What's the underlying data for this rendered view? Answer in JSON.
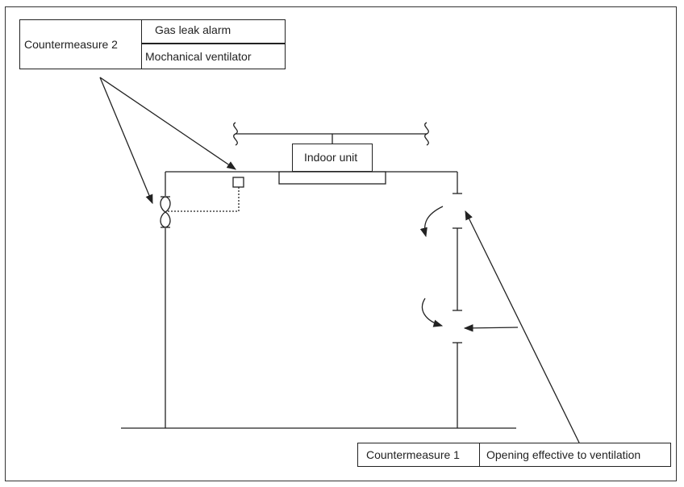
{
  "countermeasure_2": {
    "label": "Countermeasure 2",
    "items": [
      "Gas leak alarm",
      "Mochanical ventilator"
    ]
  },
  "countermeasure_1": {
    "label": "Countermeasure 1",
    "description": "Opening effective to ventilation"
  },
  "indoor_unit": {
    "label": "Indoor unit"
  }
}
